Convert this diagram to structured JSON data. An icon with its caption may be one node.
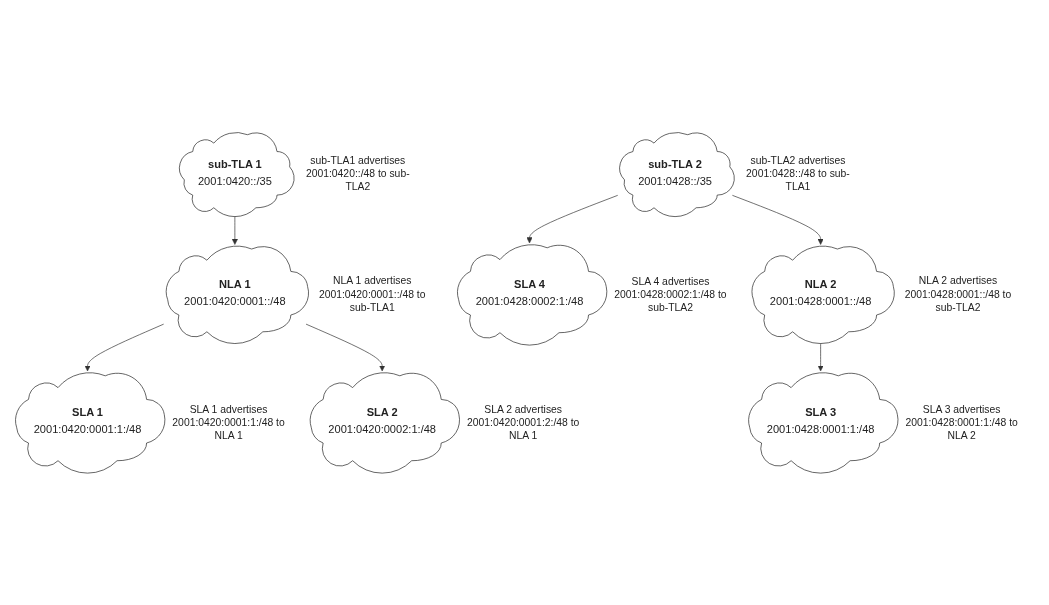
{
  "diagram": {
    "nodes": [
      {
        "text": [
          "sub-TLA 1",
          "2001:0420::/35"
        ],
        "beside": [
          "sub-TLA1 advertises 2001:0420::/48 to sub-TLA2"
        ]
      },
      {
        "text": [
          "sub-TLA 2",
          "2001:0428::/35"
        ],
        "beside": [
          "sub-TLA2 advertises 2001:0428::/48 to sub-TLA1"
        ]
      },
      {
        "text": [
          "SLA 4",
          "2001:0428:0002:1:/48"
        ],
        "beside": [
          "SLA 4 advertises 2001:0428:0002:1:/48 to sub-TLA2"
        ]
      },
      {
        "text": [
          "NLA 1",
          "2001:0420:0001::/48"
        ],
        "beside": [
          "NLA 1 advertises 2001:0420:0001::/48 to sub-TLA1"
        ]
      },
      {
        "text": [
          "NLA 2",
          "2001:0428:0001::/48"
        ],
        "beside": [
          "NLA 2 advertises 2001:0428:0001::/48 to sub-TLA2"
        ]
      },
      {
        "text": [
          "SLA 1",
          "2001:0420:0001:1:/48"
        ],
        "beside": [
          "SLA 1 advertises 2001:0420:0001:1:/48 to NLA 1"
        ]
      },
      {
        "text": [
          "SLA 2",
          "2001:0420:0002:1:/48"
        ],
        "beside": [
          "SLA 2 advertises 2001:0420:0001:2:/48 to NLA 1"
        ]
      },
      {
        "text": [
          "SLA 3",
          "2001:0428:0001:1:/48"
        ],
        "beside": [
          "SLA 3 advertises 2001:0428:0001:1:/48 to NLA 2"
        ]
      }
    ],
    "edges": [
      {
        "from": 0,
        "to": 3,
        "arrow": "to"
      },
      {
        "from": 1,
        "to": 2,
        "arrow": "to"
      },
      {
        "from": 1,
        "to": 4,
        "arrow": "to"
      },
      {
        "from": 3,
        "to": 5,
        "arrow": "to"
      },
      {
        "from": 3,
        "to": 6,
        "arrow": "to"
      },
      {
        "from": 4,
        "to": 7,
        "arrow": "to"
      }
    ]
  }
}
